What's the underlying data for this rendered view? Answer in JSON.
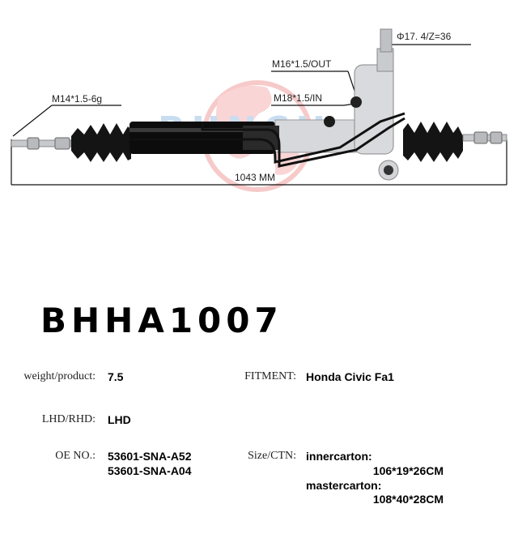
{
  "diagram": {
    "labels": {
      "left_thread": "M14*1.5-6g",
      "top_spec": "Φ17. 4/Z=36",
      "out_port": "M16*1.5/OUT",
      "in_port": "M18*1.5/IN",
      "length": "1043 MM"
    },
    "watermark": "BUNCH"
  },
  "product": {
    "model": "BHHA1007",
    "weight_label": "weight/product:",
    "weight_value": "7.5",
    "fitment_label": "FITMENT:",
    "fitment_value": "Honda Civic Fa1",
    "lhd_label": "LHD/RHD:",
    "lhd_value": "LHD",
    "oe_label": "OE NO.:",
    "oe_values": [
      "53601-SNA-A52",
      "53601-SNA-A04"
    ],
    "size_label": "Size/CTN:",
    "inner_label": "innercarton:",
    "inner_value": "106*19*26CM",
    "master_label": "mastercarton:",
    "master_value": "108*40*28CM"
  }
}
